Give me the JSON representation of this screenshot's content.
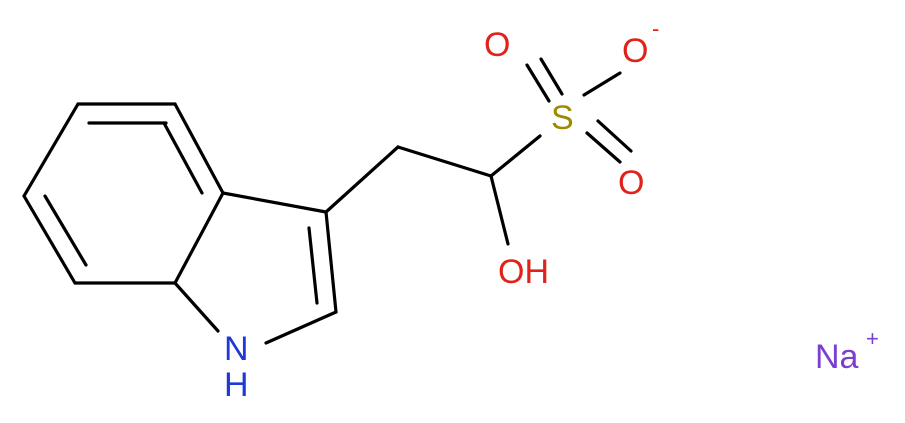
{
  "atoms": {
    "N": {
      "text": "N",
      "color": "#1f39d6"
    },
    "H": {
      "text": "H",
      "color": "#1f39d6"
    },
    "S": {
      "text": "S",
      "color": "#9c8a00"
    },
    "O1": {
      "text": "O",
      "color": "#e0221a"
    },
    "O2": {
      "text": "O",
      "color": "#e0221a"
    },
    "O3": {
      "text": "O",
      "color": "#e0221a"
    },
    "OH": {
      "text": "OH",
      "color": "#e0221a"
    },
    "Na": {
      "text": "Na",
      "color": "#7a3fd1"
    }
  },
  "charges": {
    "oxide": "-",
    "sodium": "+"
  }
}
